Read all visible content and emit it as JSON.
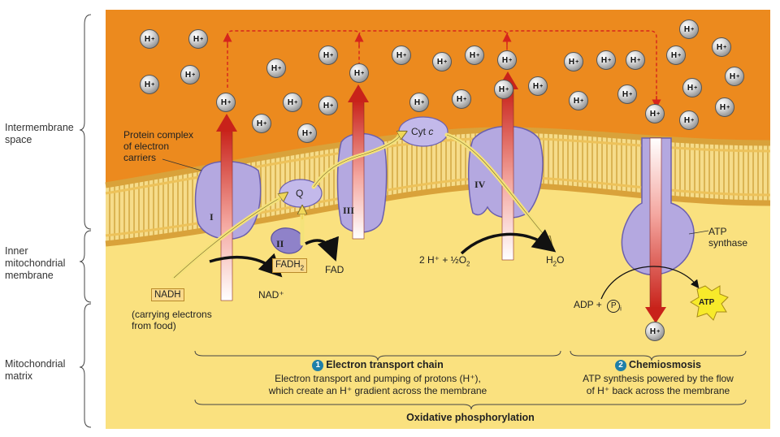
{
  "regions": {
    "intermembrane": "Intermembrane\nspace",
    "inner_membrane": "Inner\nmitochondrial\nmembrane",
    "matrix": "Mitochondrial\nmatrix"
  },
  "labels": {
    "protein_complex": "Protein complex\nof electron\ncarriers",
    "complex_1": "I",
    "complex_2": "II",
    "complex_3": "III",
    "complex_4": "IV",
    "q": "Q",
    "cyt": "Cyt",
    "cyt_c": "c",
    "nadh": "NADH",
    "nad": "NAD⁺",
    "fadh2": "FADH",
    "fadh2_sub": "2",
    "fad": "FAD",
    "carrying": "(carrying electrons\nfrom food)",
    "reaction_left": "2 H⁺ + ½O",
    "reaction_left_sub": "2",
    "water": "H",
    "water_sub": "2",
    "water_o": "O",
    "atp_synthase": "ATP\nsynthase",
    "adp": "ADP +",
    "pi": "P",
    "pi_sub": "i",
    "atp": "ATP",
    "h_ion": "H",
    "h_plus": "+"
  },
  "sections": {
    "etc_num": "1",
    "etc_title": "Electron transport chain",
    "etc_desc": "Electron transport and pumping of protons (H⁺),\nwhich create an H⁺ gradient across the membrane",
    "chemi_num": "2",
    "chemi_title": "Chemiosmosis",
    "chemi_desc": "ATP synthesis powered by the flow\nof H⁺ back across the membrane",
    "oxphos": "Oxidative phosphorylation"
  },
  "colors": {
    "intermembrane": "#ec8a1e",
    "matrix": "#f9e07e",
    "membrane_head": "#e8b33d",
    "protein": "#b4a8e0",
    "protein_dark": "#6b5fae",
    "red_arrow": "#cc2a22",
    "electron_path": "#f4e27a",
    "atp_star": "#f7ea2a"
  }
}
